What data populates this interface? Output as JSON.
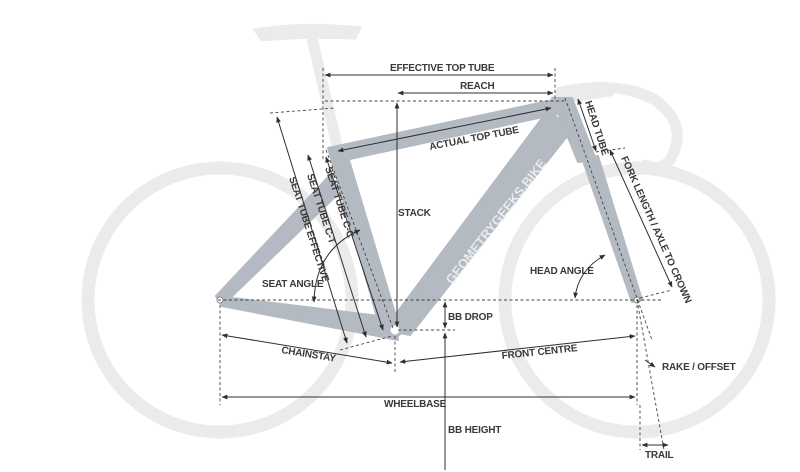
{
  "diagram": {
    "watermark": "GEOMETRYGEEKS.BIKE",
    "labels": {
      "effective_top_tube": "EFFECTIVE TOP TUBE",
      "reach": "REACH",
      "actual_top_tube": "ACTUAL TOP TUBE",
      "head_tube": "HEAD TUBE",
      "fork_length": "FORK LENGTH / AXLE TO CROWN",
      "stack": "STACK",
      "seat_tube_effective": "SEAT TUBE EFFECTIVE",
      "seat_tube_ct": "SEAT TUBE C-T",
      "seat_tube_cc": "SEAT TUBE C-C",
      "seat_angle": "SEAT ANGLE",
      "head_angle": "HEAD ANGLE",
      "bb_drop": "BB DROP",
      "chainstay": "CHAINSTAY",
      "front_centre": "FRONT CENTRE",
      "rake_offset": "RAKE / OFFSET",
      "wheelbase": "WHEELBASE",
      "bb_height": "BB HEIGHT",
      "trail": "TRAIL"
    },
    "colors": {
      "frame": "#b3bac1",
      "wheel": "#ebebeb",
      "lines": "#2f2f2f"
    }
  }
}
